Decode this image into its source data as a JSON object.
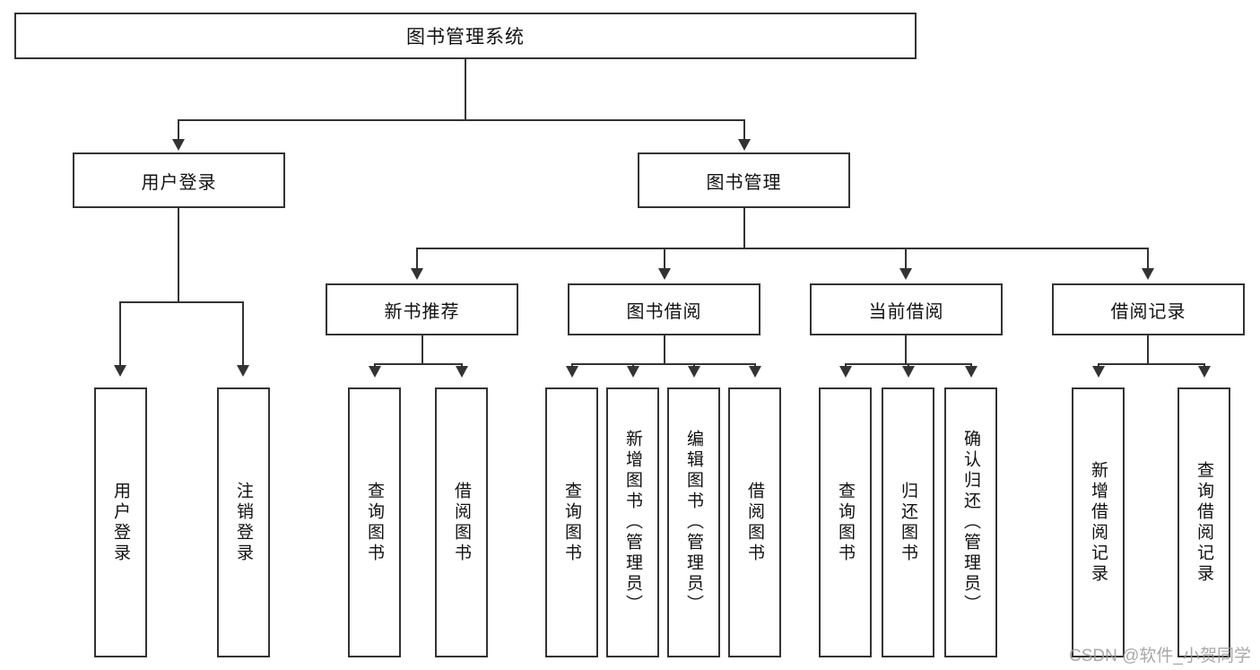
{
  "diagram": {
    "type": "tree",
    "title": "图书管理系统",
    "colors": {
      "border": "#333333",
      "fill": "#ffffff",
      "text": "#111111",
      "watermark": "#9a9a9a"
    },
    "root": {
      "label": "图书管理系统"
    },
    "level2": [
      {
        "label": "用户登录"
      },
      {
        "label": "图书管理"
      }
    ],
    "level3": [
      {
        "label": "新书推荐"
      },
      {
        "label": "图书借阅"
      },
      {
        "label": "当前借阅"
      },
      {
        "label": "借阅记录"
      }
    ],
    "leaves": {
      "user_login": [
        {
          "label": "用户登录"
        },
        {
          "label": "注销登录"
        }
      ],
      "new_book_recommend": [
        {
          "label": "查询图书"
        },
        {
          "label": "借阅图书"
        }
      ],
      "book_borrow": [
        {
          "label": "查询图书"
        },
        {
          "label": "新增图书（管理员）"
        },
        {
          "label": "编辑图书（管理员）"
        },
        {
          "label": "借阅图书"
        }
      ],
      "current_borrow": [
        {
          "label": "查询图书"
        },
        {
          "label": "归还图书"
        },
        {
          "label": "确认归还（管理员）"
        }
      ],
      "borrow_record": [
        {
          "label": "新增借阅记录"
        },
        {
          "label": "查询借阅记录"
        }
      ]
    },
    "watermark": "CSDN @软件_小贺同学"
  }
}
